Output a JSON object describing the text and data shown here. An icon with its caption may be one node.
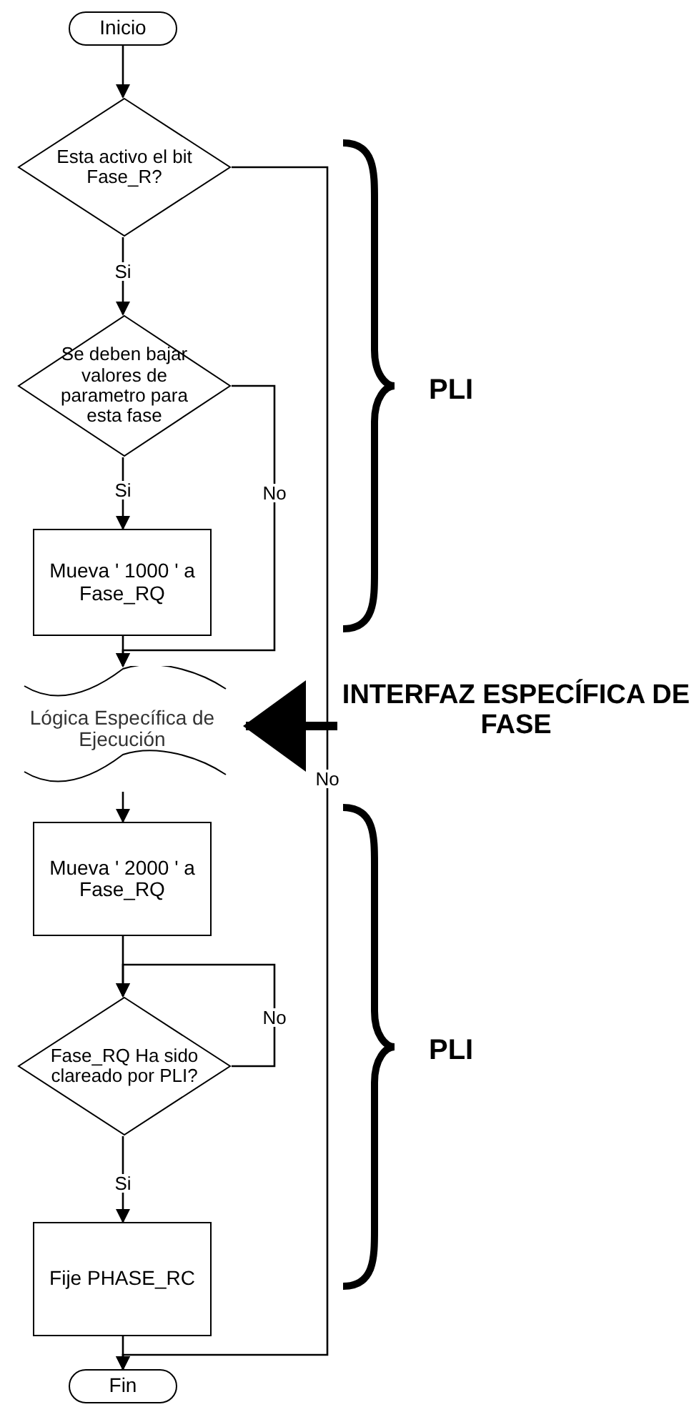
{
  "diagram": {
    "nodes": [
      {
        "text": [
          "Inicio"
        ]
      },
      {
        "text": [
          "Esta activo el bit Fase_R?"
        ]
      },
      {
        "text": [
          "Se deben bajar valores de parametro para esta fase"
        ]
      },
      {
        "text": [
          "Mueva ' 1000 ' a Fase_RQ"
        ]
      },
      {
        "text": [
          "Lógica Específica de Ejecución"
        ]
      },
      {
        "text": [
          "Mueva ' 2000 ' a Fase_RQ"
        ]
      },
      {
        "text": [
          "Fase_RQ Ha sido clareado por PLI?"
        ]
      },
      {
        "text": [
          "Fije PHASE_RC"
        ]
      },
      {
        "text": [
          "Fin"
        ]
      },
      {
        "text": [
          "INTERFAZ ESPECÍFICA DE FASE"
        ]
      }
    ],
    "edges": [
      {
        "from": 0,
        "to": 1,
        "arrow": "to"
      },
      {
        "from": 1,
        "to": 2,
        "arrow": "to",
        "label": "Si"
      },
      {
        "from": 2,
        "to": 3,
        "arrow": "to",
        "label": "Si"
      },
      {
        "from": 2,
        "to": 4,
        "arrow": "to",
        "label": "No"
      },
      {
        "from": 3,
        "to": 4,
        "arrow": "to"
      },
      {
        "from": 1,
        "to": 8,
        "arrow": "to",
        "label": "No"
      },
      {
        "from": 4,
        "to": 5,
        "arrow": "to"
      },
      {
        "from": 5,
        "to": 6,
        "arrow": "to"
      },
      {
        "from": 6,
        "to": 6,
        "arrow": "to",
        "label": "No"
      },
      {
        "from": 6,
        "to": 7,
        "arrow": "to",
        "label": "Si"
      },
      {
        "from": 7,
        "to": 8,
        "arrow": "to"
      },
      {
        "from": 9,
        "to": 4,
        "arrow": "to",
        "style": "thick"
      }
    ],
    "labels": [
      "PLI",
      "PLI"
    ]
  }
}
